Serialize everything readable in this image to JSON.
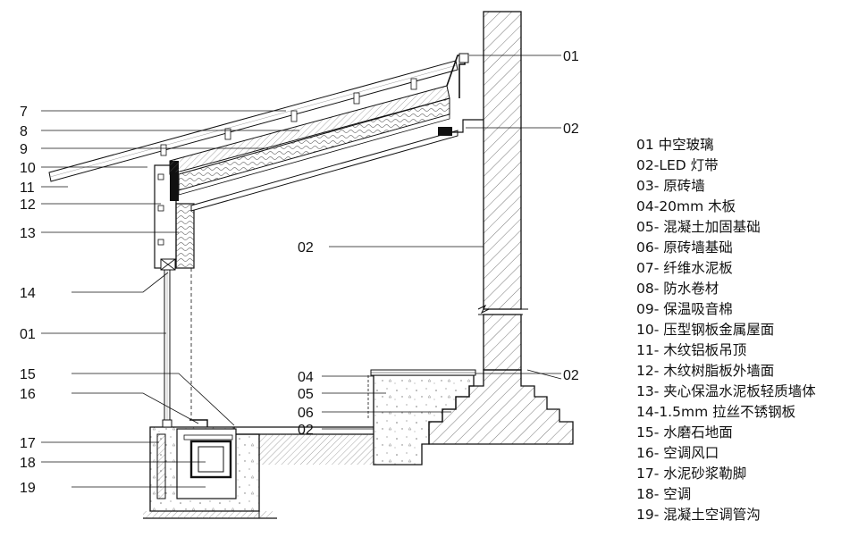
{
  "diagram": {
    "callouts_left": [
      {
        "id": "c7",
        "text": "7"
      },
      {
        "id": "c8",
        "text": "8"
      },
      {
        "id": "c9",
        "text": "9"
      },
      {
        "id": "c10",
        "text": "10"
      },
      {
        "id": "c11",
        "text": "11"
      },
      {
        "id": "c12",
        "text": "12"
      },
      {
        "id": "c13",
        "text": "13"
      },
      {
        "id": "c14",
        "text": "14"
      },
      {
        "id": "c01",
        "text": "01"
      },
      {
        "id": "c15",
        "text": "15"
      },
      {
        "id": "c16",
        "text": "16"
      },
      {
        "id": "c17",
        "text": "17"
      },
      {
        "id": "c18",
        "text": "18"
      },
      {
        "id": "c19",
        "text": "19"
      }
    ],
    "callouts_right": [
      {
        "id": "r01",
        "text": "01"
      },
      {
        "id": "r02",
        "text": "02"
      },
      {
        "id": "r02b",
        "text": "02"
      }
    ],
    "callouts_mid": [
      {
        "id": "m02",
        "text": "02"
      },
      {
        "id": "m04",
        "text": "04"
      },
      {
        "id": "m05",
        "text": "05"
      },
      {
        "id": "m06",
        "text": "06"
      },
      {
        "id": "m02b",
        "text": "02"
      }
    ]
  },
  "legend": [
    "01 中空玻璃",
    "02-LED 灯带",
    "03- 原砖墙",
    "04-20mm 木板",
    "05- 混凝土加固基础",
    "06- 原砖墙基础",
    "07- 纤维水泥板",
    "08- 防水卷材",
    "09- 保温吸音棉",
    "10- 压型钢板金属屋面",
    "11- 木纹铝板吊顶",
    "12- 木纹树脂板外墙面",
    "13- 夹心保温水泥板轻质墙体",
    "14-1.5mm 拉丝不锈钢板",
    "15- 水磨石地面",
    "16- 空调风口",
    "17- 水泥砂浆勒脚",
    "18- 空调",
    "19- 混凝土空调管沟"
  ]
}
